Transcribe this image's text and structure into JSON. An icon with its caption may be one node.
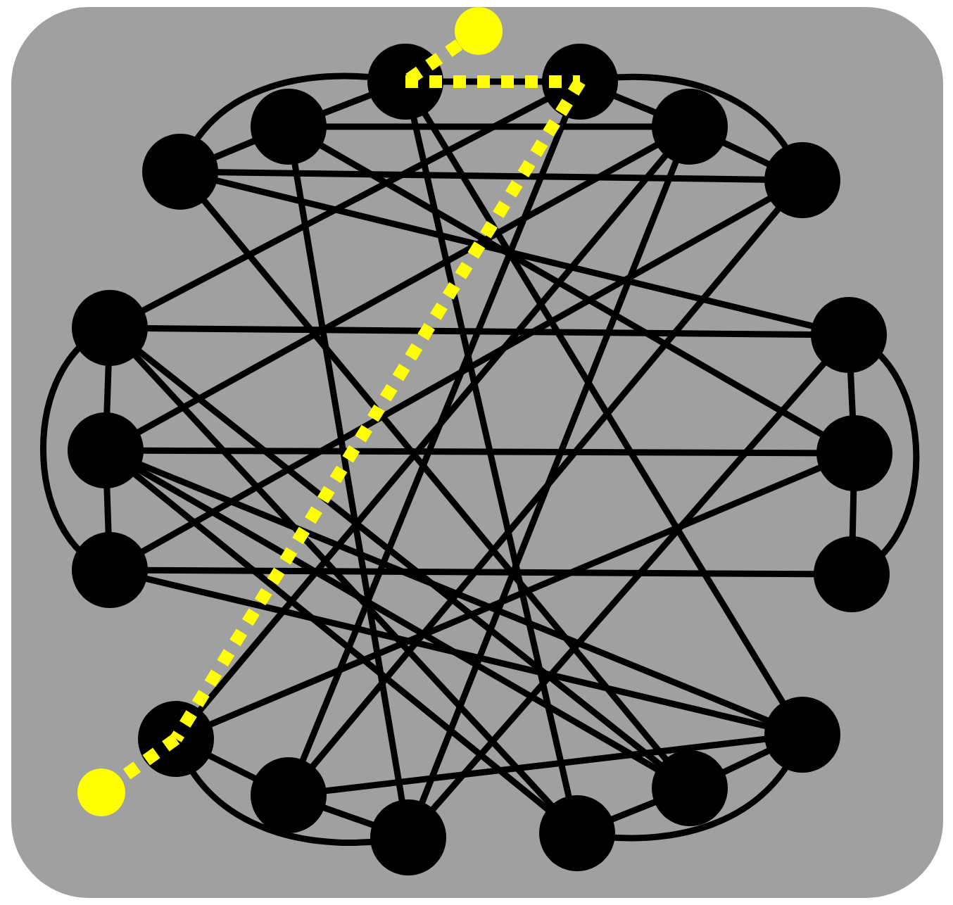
{
  "diagram": {
    "nodes": [
      {
        "text": [],
        "shape": "circle"
      },
      {
        "text": [],
        "shape": "circle"
      },
      {
        "text": [],
        "shape": "circle"
      },
      {
        "text": [],
        "shape": "circle"
      },
      {
        "text": [],
        "shape": "circle"
      },
      {
        "text": [],
        "shape": "circle"
      },
      {
        "text": [],
        "shape": "circle"
      },
      {
        "text": [],
        "shape": "circle"
      },
      {
        "text": [],
        "shape": "circle"
      },
      {
        "text": [],
        "shape": "circle"
      },
      {
        "text": [],
        "shape": "circle"
      },
      {
        "text": [],
        "shape": "circle"
      },
      {
        "text": [],
        "shape": "circle"
      },
      {
        "text": [],
        "shape": "circle"
      },
      {
        "text": [],
        "shape": "circle"
      },
      {
        "text": [],
        "shape": "circle"
      },
      {
        "text": [],
        "shape": "circle"
      },
      {
        "text": [],
        "shape": "circle"
      },
      {
        "text": [],
        "shape": "circle"
      },
      {
        "text": [],
        "shape": "circle"
      }
    ],
    "edges": [
      {
        "from": 4,
        "to": 2,
        "arrow": "none"
      },
      {
        "from": 2,
        "to": 0,
        "arrow": "none"
      },
      {
        "from": 1,
        "to": 3,
        "arrow": "none"
      },
      {
        "from": 3,
        "to": 5,
        "arrow": "none"
      },
      {
        "from": 0,
        "to": 1,
        "arrow": "none"
      },
      {
        "from": 4,
        "to": 0,
        "arrow": "none"
      },
      {
        "from": 1,
        "to": 5,
        "arrow": "none"
      },
      {
        "from": 2,
        "to": 3,
        "arrow": "none"
      },
      {
        "from": 4,
        "to": 5,
        "arrow": "none"
      },
      {
        "from": 6,
        "to": 7,
        "arrow": "none"
      },
      {
        "from": 7,
        "to": 8,
        "arrow": "none"
      },
      {
        "from": 6,
        "to": 8,
        "arrow": "none"
      },
      {
        "from": 9,
        "to": 10,
        "arrow": "none"
      },
      {
        "from": 10,
        "to": 11,
        "arrow": "none"
      },
      {
        "from": 9,
        "to": 11,
        "arrow": "none"
      },
      {
        "from": 6,
        "to": 9,
        "arrow": "none"
      },
      {
        "from": 7,
        "to": 10,
        "arrow": "none"
      },
      {
        "from": 8,
        "to": 11,
        "arrow": "none"
      },
      {
        "from": 12,
        "to": 13,
        "arrow": "none"
      },
      {
        "from": 13,
        "to": 14,
        "arrow": "none"
      },
      {
        "from": 15,
        "to": 16,
        "arrow": "none"
      },
      {
        "from": 16,
        "to": 17,
        "arrow": "none"
      },
      {
        "from": 12,
        "to": 14,
        "arrow": "none"
      },
      {
        "from": 15,
        "to": 17,
        "arrow": "none"
      },
      {
        "from": 4,
        "to": 9,
        "arrow": "none"
      },
      {
        "from": 4,
        "to": 16,
        "arrow": "none"
      },
      {
        "from": 2,
        "to": 14,
        "arrow": "none"
      },
      {
        "from": 2,
        "to": 10,
        "arrow": "none"
      },
      {
        "from": 0,
        "to": 15,
        "arrow": "none"
      },
      {
        "from": 0,
        "to": 17,
        "arrow": "none"
      },
      {
        "from": 1,
        "to": 6,
        "arrow": "none"
      },
      {
        "from": 1,
        "to": 13,
        "arrow": "none"
      },
      {
        "from": 3,
        "to": 7,
        "arrow": "none"
      },
      {
        "from": 3,
        "to": 14,
        "arrow": "none"
      },
      {
        "from": 5,
        "to": 8,
        "arrow": "none"
      },
      {
        "from": 5,
        "to": 13,
        "arrow": "none"
      },
      {
        "from": 6,
        "to": 15,
        "arrow": "none"
      },
      {
        "from": 7,
        "to": 16,
        "arrow": "none"
      },
      {
        "from": 8,
        "to": 17,
        "arrow": "none"
      },
      {
        "from": 12,
        "to": 3,
        "arrow": "none"
      },
      {
        "from": 12,
        "to": 10,
        "arrow": "none"
      },
      {
        "from": 13,
        "to": 17,
        "arrow": "none"
      },
      {
        "from": 14,
        "to": 9,
        "arrow": "none"
      },
      {
        "from": 15,
        "to": 7,
        "arrow": "none"
      },
      {
        "from": 16,
        "to": 6,
        "arrow": "none"
      },
      {
        "from": 7,
        "to": 17,
        "arrow": "none"
      },
      {
        "from": 18,
        "to": 0,
        "arrow": "none",
        "style": "dashed",
        "color": "#ffff00"
      },
      {
        "from": 0,
        "to": 1,
        "arrow": "none",
        "style": "dashed",
        "color": "#ffff00"
      },
      {
        "from": 1,
        "to": 12,
        "arrow": "none",
        "style": "dashed",
        "color": "#ffff00"
      },
      {
        "from": 12,
        "to": 19,
        "arrow": "none",
        "style": "dashed",
        "color": "#ffff00"
      }
    ]
  }
}
